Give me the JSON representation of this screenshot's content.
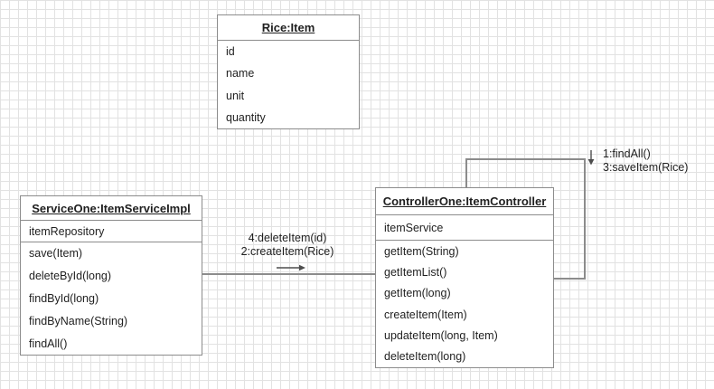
{
  "colors": {
    "grid_color": "#e2e2e2",
    "box_border_color": "#8c8c8c",
    "connector_color": "#8c8c8c",
    "arrow_color": "#4d4d4d",
    "text_color": "#1f1f1f",
    "box_fill": "#ffffff"
  },
  "objects": {
    "rice": {
      "title": "Rice:Item",
      "attributes": [
        "id",
        "name",
        "unit",
        "quantity"
      ]
    },
    "service": {
      "title": "ServiceOne:ItemServiceImpl",
      "fields": [
        "itemRepository"
      ],
      "methods": [
        "save(Item)",
        "deleteById(long)",
        "findById(long)",
        "findByName(String)",
        "findAll()"
      ]
    },
    "controller": {
      "title": "ControllerOne:ItemController",
      "fields": [
        "itemService"
      ],
      "methods": [
        "getItem(String)",
        "getItemList()",
        "getItem(long)",
        "createItem(Item)",
        "updateItem(long, Item)",
        "deleteItem(long)"
      ]
    }
  },
  "connectors": {
    "service_to_controller": {
      "labels": [
        "4:deleteItem(id)",
        "2:createItem(Rice)"
      ],
      "arrow_icon": "arrow-right"
    },
    "controller_self_loop": {
      "labels": [
        "1:findAll()",
        "3:saveItem(Rice)"
      ],
      "arrow_icon": "arrow-down"
    }
  }
}
